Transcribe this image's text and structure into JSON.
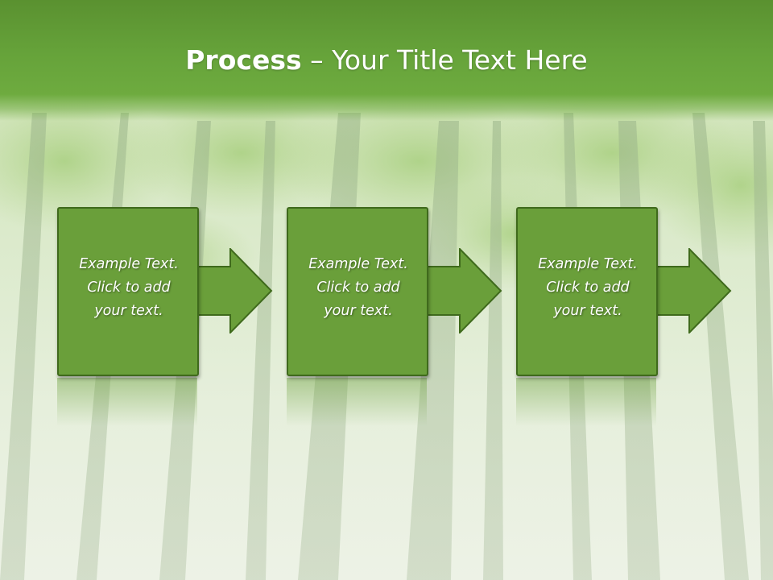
{
  "title": {
    "bold": "Process",
    "rest": " – Your Title Text Here"
  },
  "steps": [
    {
      "text": "Example Text.\nClick  to add\nyour text."
    },
    {
      "text": "Example Text.\nClick  to add\nyour text."
    },
    {
      "text": "Example Text.\nClick  to add\nyour text."
    }
  ],
  "colors": {
    "header": "#66a33a",
    "box": "#6a9f3a",
    "box_border": "#3f6a1c",
    "text": "#ffffff"
  }
}
